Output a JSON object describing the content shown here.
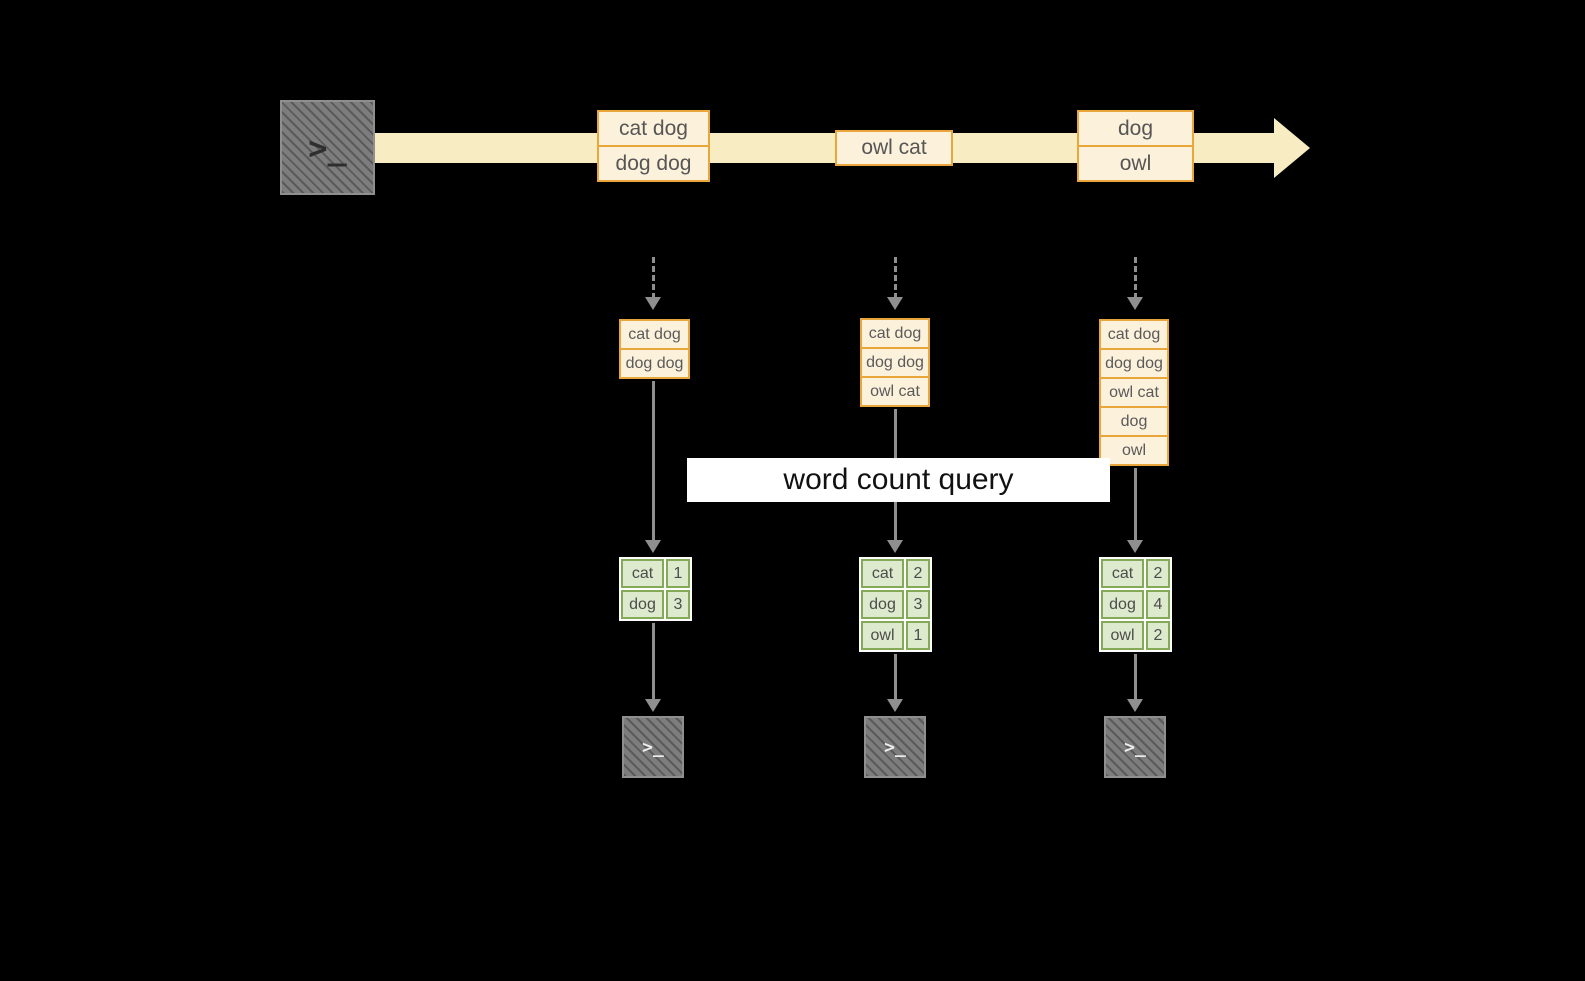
{
  "banner": {
    "label": "word count query"
  },
  "icons": {
    "prompt": ">_"
  },
  "timeline": {
    "batches": [
      {
        "items": [
          "cat dog",
          "dog dog"
        ]
      },
      {
        "items": [
          "owl cat"
        ]
      },
      {
        "items": [
          "dog",
          "owl"
        ]
      }
    ]
  },
  "columns": [
    {
      "buffer": [
        "cat dog",
        "dog dog"
      ],
      "counts": [
        [
          "cat",
          "1"
        ],
        [
          "dog",
          "3"
        ]
      ]
    },
    {
      "buffer": [
        "cat dog",
        "dog dog",
        "owl cat"
      ],
      "counts": [
        [
          "cat",
          "2"
        ],
        [
          "dog",
          "3"
        ],
        [
          "owl",
          "1"
        ]
      ]
    },
    {
      "buffer": [
        "cat dog",
        "dog dog",
        "owl cat",
        "dog",
        "owl"
      ],
      "counts": [
        [
          "cat",
          "2"
        ],
        [
          "dog",
          "4"
        ],
        [
          "owl",
          "2"
        ]
      ]
    }
  ],
  "colors": {
    "background": "#000000",
    "band": "#f8ecc3",
    "event_border": "#e9a63b",
    "event_fill": "#fcf1db",
    "table_border": "#85aa57",
    "table_fill": "#deeace",
    "arrow": "#8f8f8f",
    "terminal": "#7d7d7d"
  }
}
